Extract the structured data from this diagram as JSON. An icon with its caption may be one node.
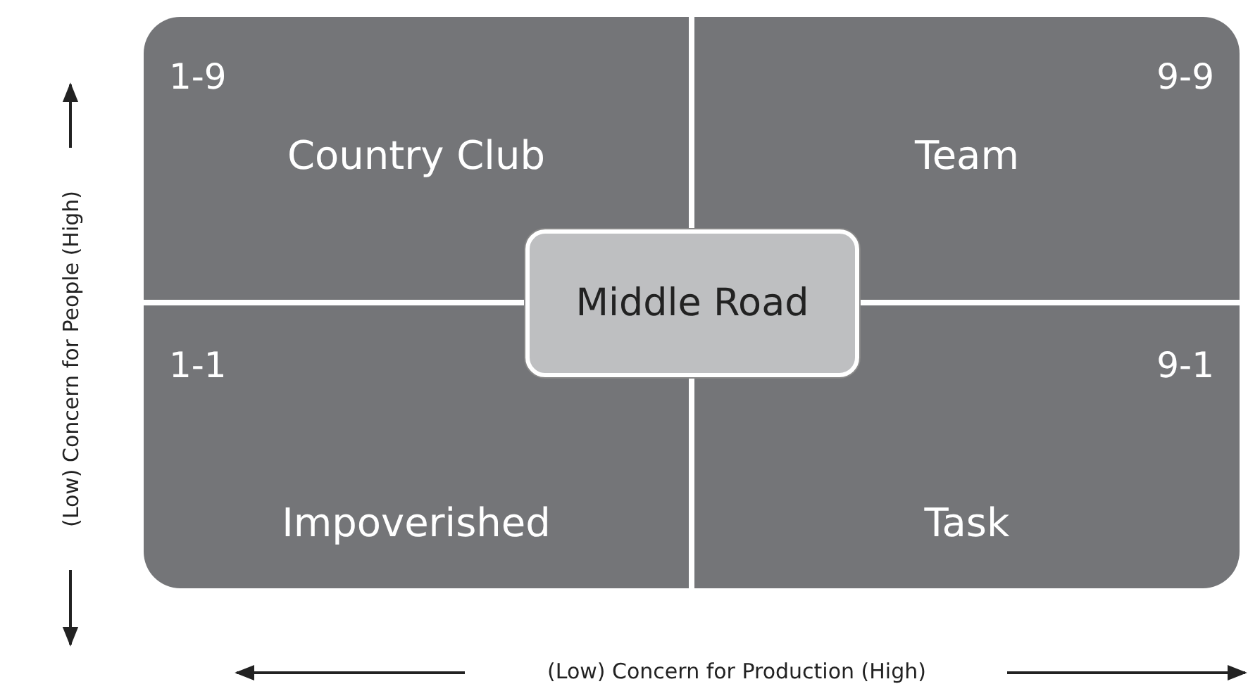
{
  "diagram": {
    "nodes": [
      {
        "text": [
          "1-9",
          "Country Club"
        ]
      },
      {
        "text": [
          "9-9",
          "Team"
        ]
      },
      {
        "text": [
          "1-1",
          "Impoverished"
        ]
      },
      {
        "text": [
          "9-1",
          "Task"
        ]
      },
      {
        "text": [
          "Middle Road"
        ]
      }
    ],
    "labels": [
      "(Low) Concern for People (High)",
      "(Low) Concern for Production (High)"
    ]
  }
}
